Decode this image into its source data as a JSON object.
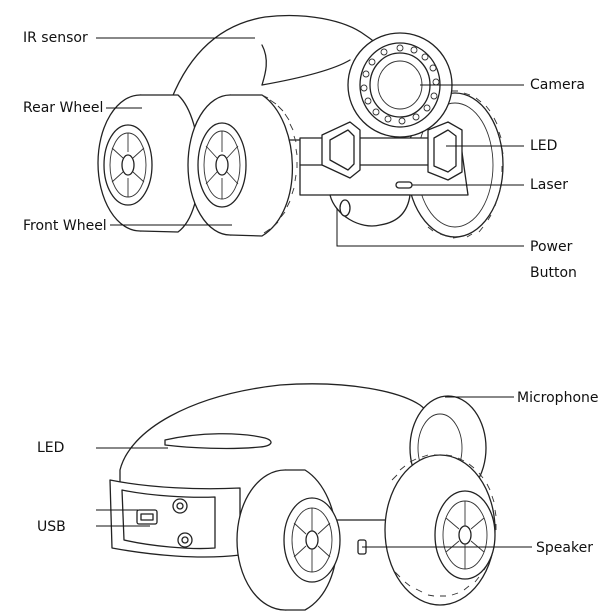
{
  "figure_top": {
    "labels": {
      "ir_sensor": "IR sensor",
      "rear_wheel": "Rear Wheel",
      "front_wheel": "Front Wheel",
      "camera": "Camera",
      "led": "LED",
      "laser": "Laser",
      "power_button_line1": "Power",
      "power_button_line2": "Button"
    }
  },
  "figure_bottom": {
    "labels": {
      "microphone": "Microphone",
      "led": "LED",
      "usb": "USB",
      "speaker": "Speaker"
    }
  }
}
